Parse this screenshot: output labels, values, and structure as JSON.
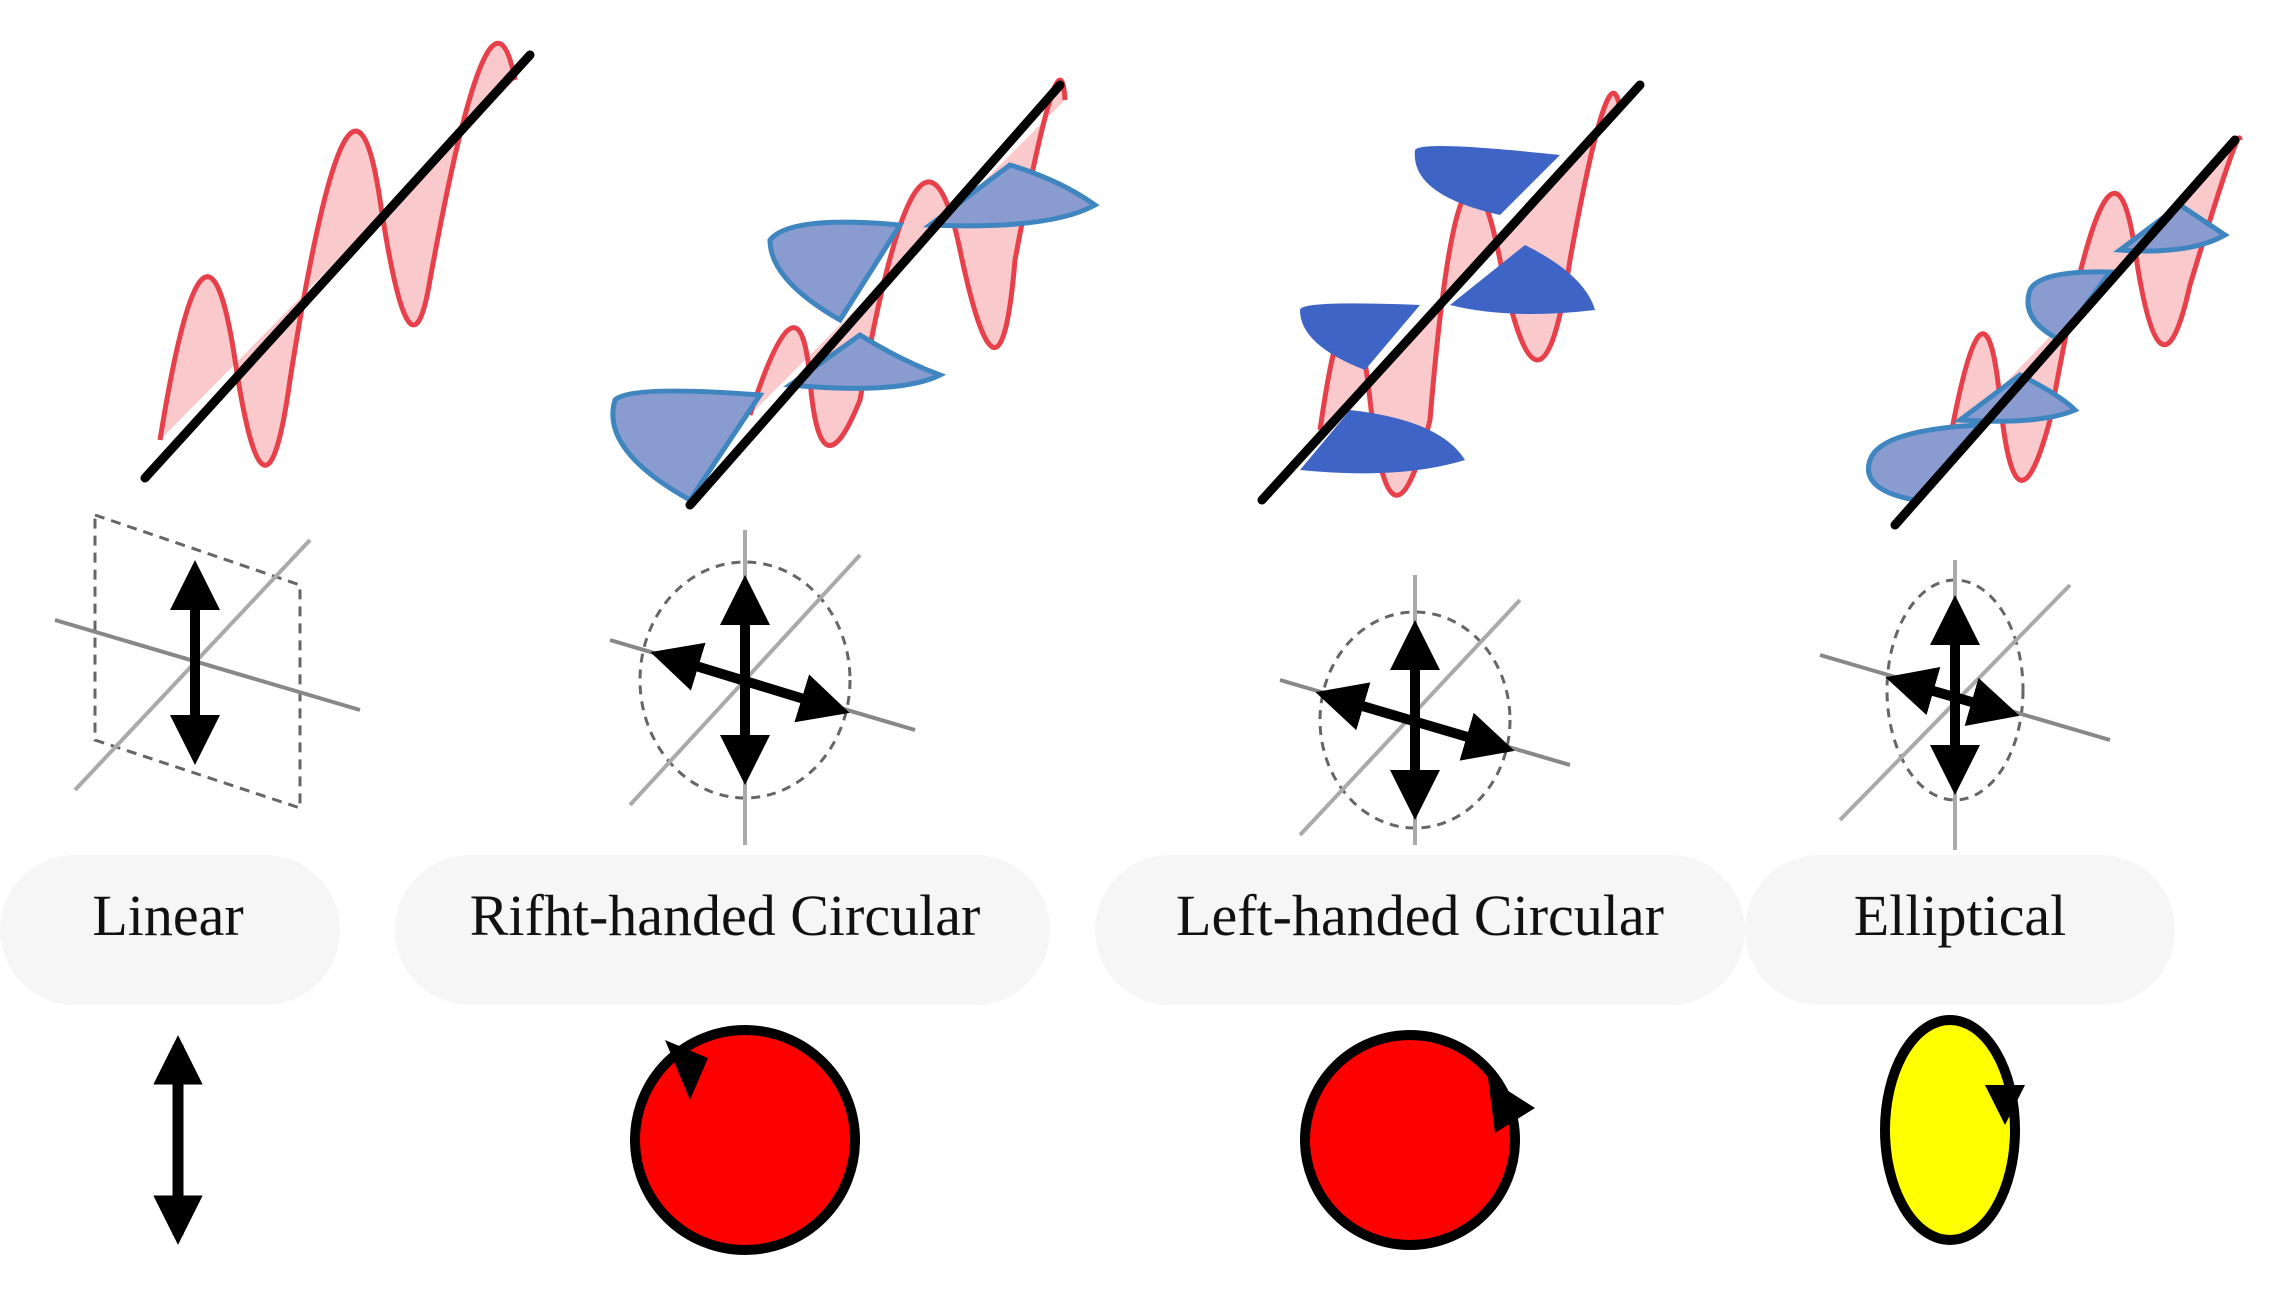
{
  "panels": [
    {
      "id": "linear",
      "label": "Linear",
      "wave_type": "linear",
      "symbol": "double-arrow-icon"
    },
    {
      "id": "right-circular",
      "label": "Rifht-handed Circular",
      "wave_type": "circular",
      "symbol": "red-circle-arrow-icon"
    },
    {
      "id": "left-circular",
      "label": "Left-handed Circular",
      "wave_type": "circular",
      "symbol": "red-circle-arrow-icon"
    },
    {
      "id": "elliptical",
      "label": "Elliptical",
      "wave_type": "elliptical",
      "symbol": "yellow-ellipse-arrow-icon"
    }
  ],
  "colors": {
    "wave_stroke": "#e8404a",
    "wave_fill": "#f9c9cc",
    "blue_light_fill": "#8a9bd0",
    "blue_light_stroke": "#3f86c0",
    "blue_dark_fill": "#3e64c6",
    "axis": "#000000",
    "circle_red": "#ff0000",
    "ellipse_yellow": "#ffff00",
    "label_bg": "#f6f6f6"
  }
}
